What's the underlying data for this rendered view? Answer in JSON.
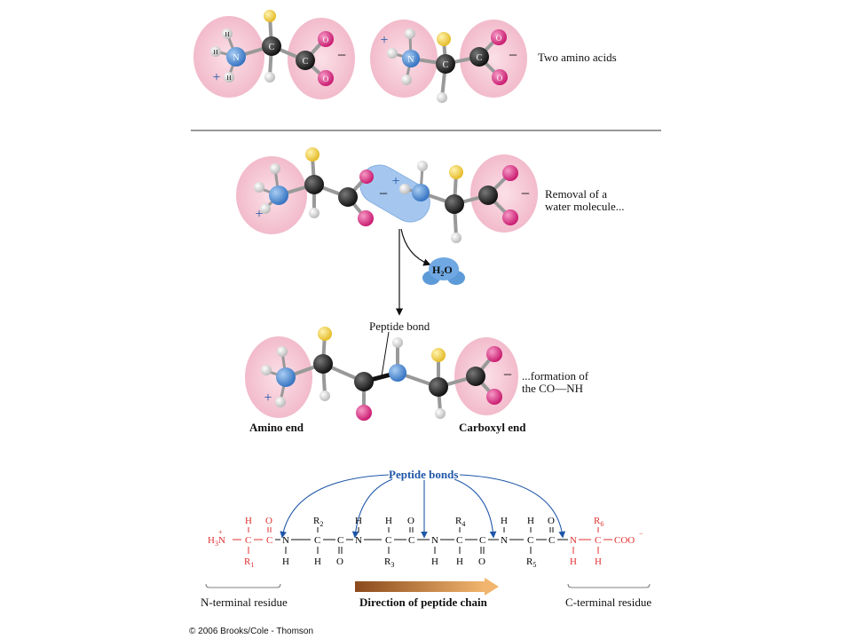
{
  "labels": {
    "two_amino_acids": "Two amino acids",
    "removal": "Removal of a",
    "removal_2": "water molecule...",
    "water": "H",
    "water_sub": "2",
    "water_o": "O",
    "peptide_bond": "Peptide bond",
    "formation_1": "...formation of",
    "formation_2": "the CO—NH",
    "amino_end": "Amino end",
    "carboxyl_end": "Carboxyl end",
    "peptide_bonds": "Peptide bonds",
    "n_terminal": "N-terminal residue",
    "c_terminal": "C-terminal residue",
    "direction": "Direction of peptide chain",
    "copyright": "© 2006 Brooks/Cole - Thomson"
  },
  "chain": {
    "h3n": "H",
    "h3n_sub": "3",
    "h3n_n": "N",
    "plus": "+",
    "coo": "COO",
    "minus": "−",
    "R1": "R",
    "R1_sub": "1",
    "R2": "R",
    "R2_sub": "2",
    "R3": "R",
    "R3_sub": "3",
    "R4": "R",
    "R4_sub": "4",
    "R5": "R",
    "R5_sub": "5",
    "R6": "R",
    "R6_sub": "6"
  },
  "charges": {
    "plus": "+",
    "minus": "−"
  },
  "atoms": {
    "H": "H",
    "N": "N",
    "C": "C",
    "O": "O"
  },
  "colors": {
    "ion_zone": "#f6c6d4",
    "nitrogen": "#3f83d0",
    "carbon": "#1a1a1a",
    "oxygen": "#d81b7a",
    "r_group": "#f2d24a",
    "hydrogen": "#e8e8e8",
    "water_zone": "#8fb6e6",
    "terminal_red": "#e03030",
    "arrow_blue": "#1f56a8",
    "direction_arrow": "#c8732a"
  }
}
